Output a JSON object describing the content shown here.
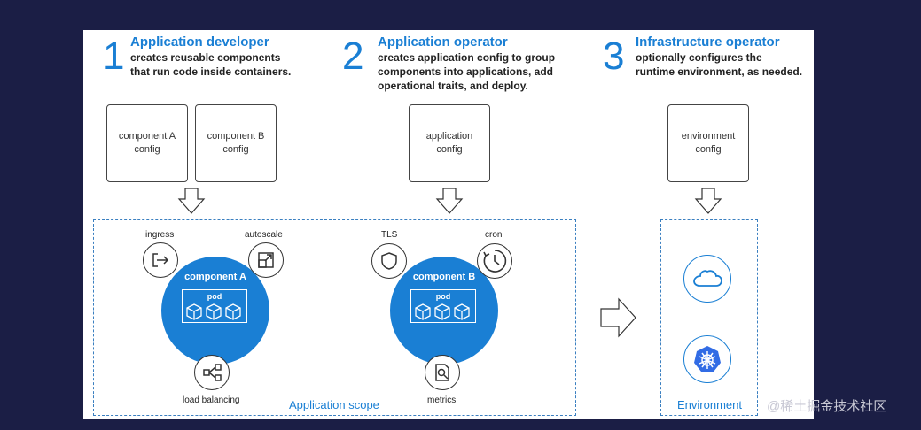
{
  "roles": [
    {
      "number": "1",
      "title": "Application developer",
      "description_lines": [
        "creates reusable components",
        "that run code inside containers."
      ]
    },
    {
      "number": "2",
      "title": "Application operator",
      "description_lines": [
        "creates application config to group",
        "components into applications, add",
        "operational traits, and deploy."
      ]
    },
    {
      "number": "3",
      "title": "Infrastructure operator",
      "description_lines": [
        "optionally configures the",
        "runtime environment, as needed."
      ]
    }
  ],
  "configs": {
    "component_a": [
      "component A",
      "config"
    ],
    "component_b": [
      "component B",
      "config"
    ],
    "application": [
      "application",
      "config"
    ],
    "environment": [
      "environment",
      "config"
    ]
  },
  "traits": {
    "ingress": "ingress",
    "autoscale": "autoscale",
    "load_balancing": "load balancing",
    "tls": "TLS",
    "cron": "cron",
    "metrics": "metrics"
  },
  "components": {
    "a": {
      "label": "component A",
      "pod": "pod"
    },
    "b": {
      "label": "component B",
      "pod": "pod"
    }
  },
  "scopes": {
    "application": "Application scope",
    "environment": "Environment"
  },
  "watermark": "@稀土掘金技术社区",
  "colors": {
    "accent": "#1a7fd4",
    "background": "#1b1e45",
    "panel": "#ffffff"
  },
  "icons": [
    "down-arrow-icon",
    "right-arrow-icon",
    "ingress-icon",
    "autoscale-icon",
    "load-balancing-icon",
    "shield-icon",
    "clock-icon",
    "metrics-icon",
    "cloud-icon",
    "kubernetes-icon",
    "cube-icon"
  ]
}
